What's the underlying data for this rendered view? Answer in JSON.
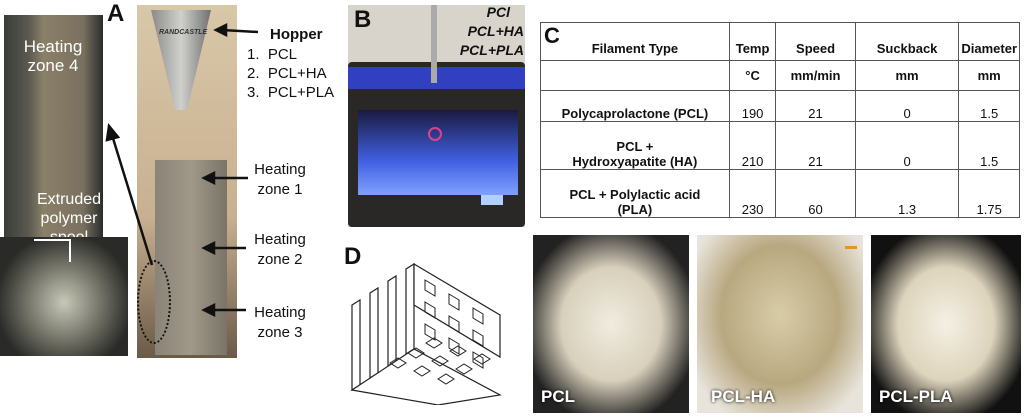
{
  "panel_a": {
    "label": "A",
    "zone4": "Heating zone 4",
    "spool": "Extruded polymer spool",
    "hopper_title": "Hopper",
    "hopper_items": [
      "1.  PCL",
      "2.  PCL+HA",
      "3.  PCL+PLA"
    ],
    "zones": [
      "Heating zone 1",
      "Heating zone 2",
      "Heating zone 3"
    ],
    "brand": "RANDCASTLE"
  },
  "panel_b": {
    "label": "B",
    "materials": [
      "PCl",
      "PCL+HA",
      "PCL+PLA"
    ]
  },
  "panel_c": {
    "label": "C",
    "headers": [
      "Filament Type",
      "Temp",
      "Speed",
      "Suckback",
      "Diameter"
    ],
    "units": [
      "",
      "°C",
      "mm/min",
      "mm",
      "mm"
    ],
    "rows": [
      [
        "Polycaprolactone (PCL)",
        "190",
        "21",
        "0",
        "1.5"
      ],
      [
        "PCL + Hydroxyapatite (HA)",
        "210",
        "21",
        "0",
        "1.5"
      ],
      [
        "PCL + Polylactic acid (PLA)",
        "230",
        "60",
        "1.3",
        "1.75"
      ]
    ]
  },
  "panel_d": {
    "label": "D",
    "photos": [
      "PCL",
      "PCL-HA",
      "PCL-PLA"
    ]
  }
}
